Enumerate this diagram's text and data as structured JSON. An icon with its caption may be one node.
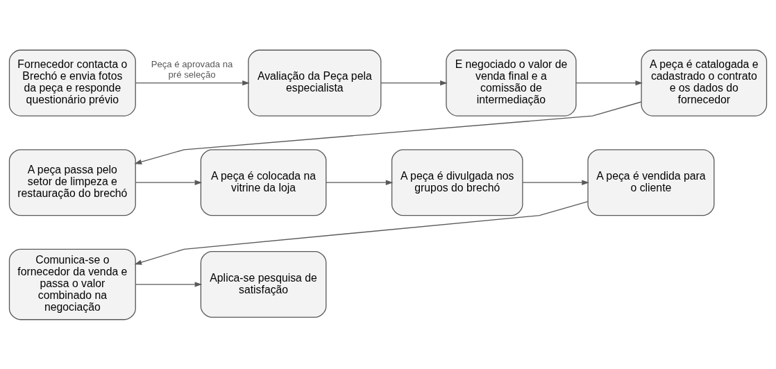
{
  "diagram": {
    "nodes": [
      {
        "text": [
          "Fornecedor contacta o Brechó e envia fotos da peça e responde questionário prévio"
        ]
      },
      {
        "text": [
          "Avaliação da Peça pela especialista"
        ]
      },
      {
        "text": [
          "E negociado o valor de venda final e a comissão de intermediação"
        ]
      },
      {
        "text": [
          "A peça é catalogada e cadastrado o contrato e os dados do fornecedor"
        ]
      },
      {
        "text": [
          "A peça passa pelo setor de limpeza e restauração do brechó"
        ]
      },
      {
        "text": [
          "A peça é colocada na vitrine da loja"
        ]
      },
      {
        "text": [
          "A peça é divulgada nos grupos do brechó"
        ]
      },
      {
        "text": [
          "A peça é vendida para o cliente"
        ]
      },
      {
        "text": [
          "Comunica-se o fornecedor da venda e passa o valor combinado na negociação"
        ]
      },
      {
        "text": [
          "Aplica-se pesquisa de satisfação"
        ]
      }
    ],
    "edges": [
      {
        "from": 0,
        "to": 1,
        "arrow": "to",
        "label": "Peça é aprovada na pré seleção"
      },
      {
        "from": 1,
        "to": 2,
        "arrow": "to"
      },
      {
        "from": 2,
        "to": 3,
        "arrow": "to"
      },
      {
        "from": 3,
        "to": 4,
        "arrow": "to"
      },
      {
        "from": 4,
        "to": 5,
        "arrow": "to"
      },
      {
        "from": 5,
        "to": 6,
        "arrow": "to"
      },
      {
        "from": 6,
        "to": 7,
        "arrow": "to"
      },
      {
        "from": 7,
        "to": 8,
        "arrow": "to"
      },
      {
        "from": 8,
        "to": 9,
        "arrow": "to"
      }
    ]
  }
}
